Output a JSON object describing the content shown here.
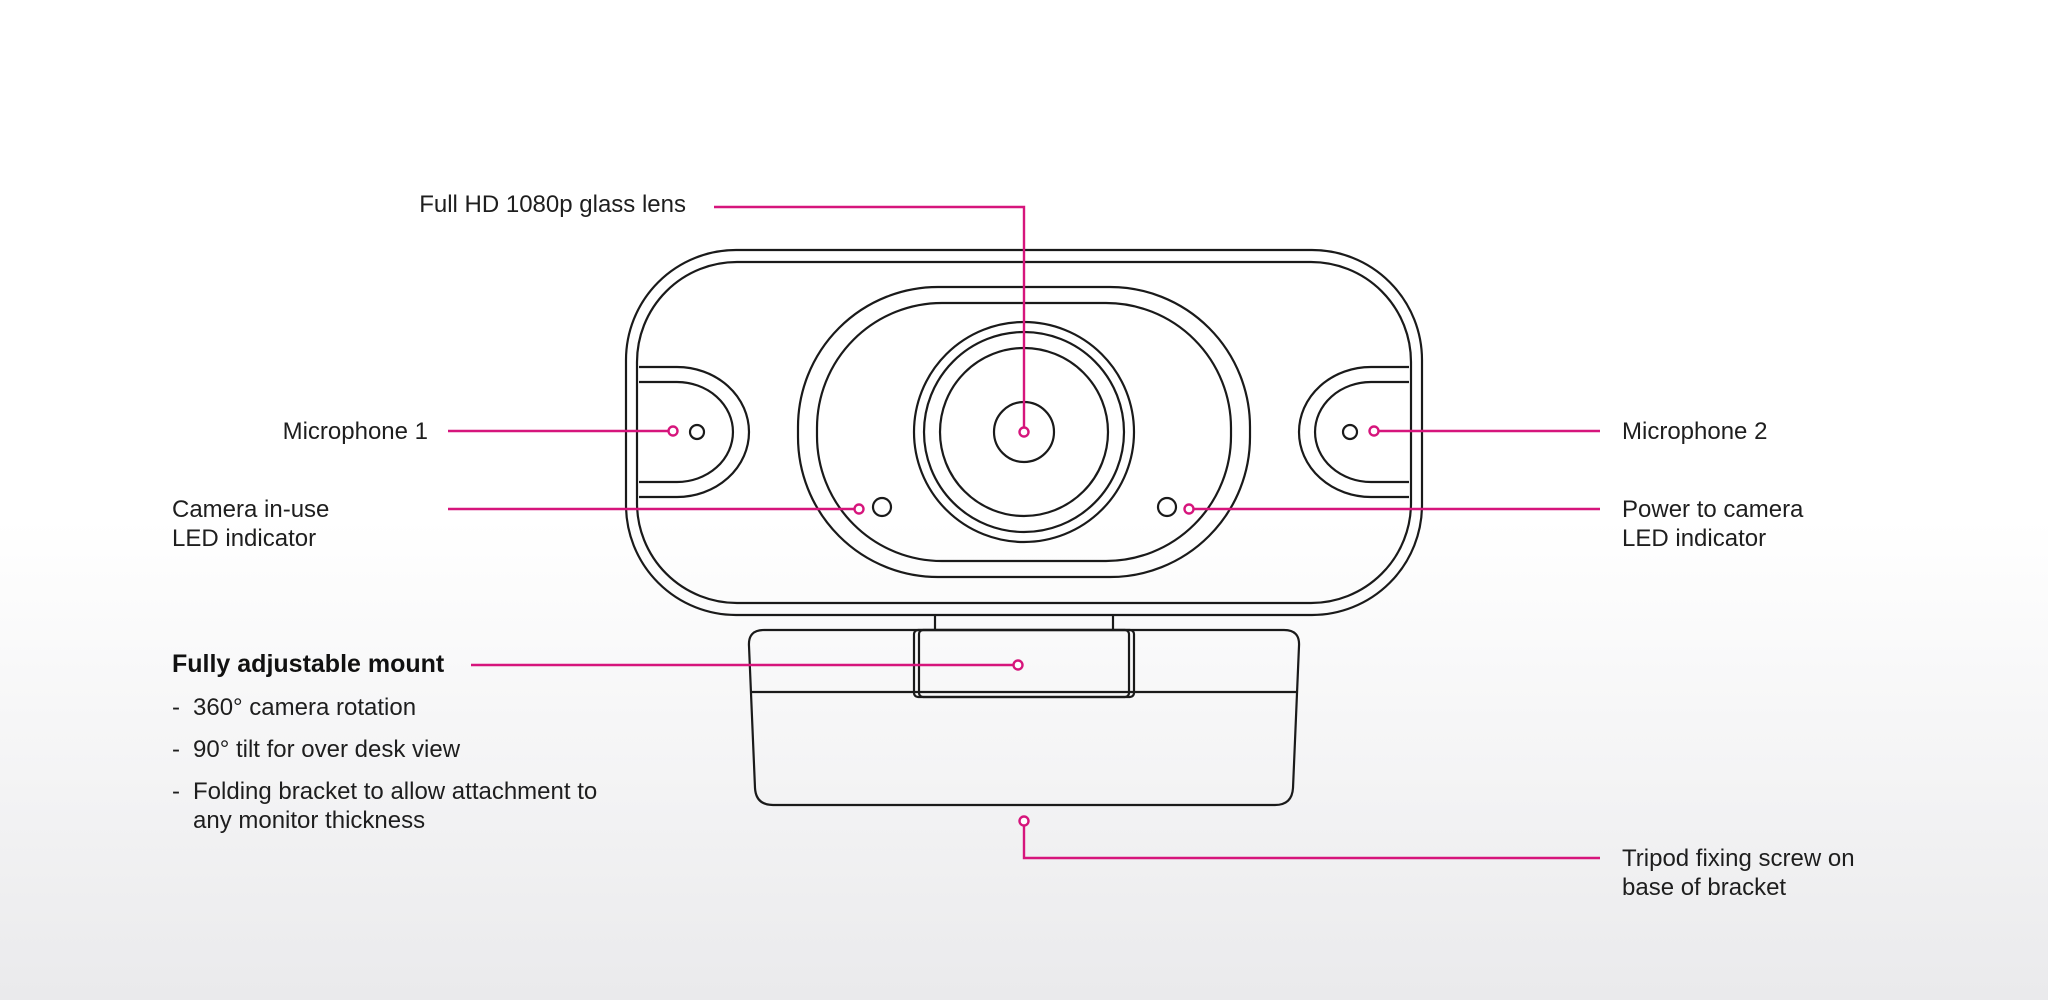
{
  "callouts": {
    "lens": "Full HD 1080p glass lens",
    "mic1": "Microphone 1",
    "mic2": "Microphone 2",
    "camera_led": [
      "Camera in-use",
      "LED indicator"
    ],
    "power_led": [
      "Power to camera",
      "LED indicator"
    ],
    "tripod": [
      "Tripod fixing screw on",
      "base of bracket"
    ]
  },
  "mount": {
    "title": "Fully adjustable mount",
    "features": [
      {
        "dash": "-",
        "lines": [
          "360° camera rotation"
        ]
      },
      {
        "dash": "-",
        "lines": [
          "90° tilt for over desk view"
        ]
      },
      {
        "dash": "-",
        "lines": [
          "Folding bracket to allow attachment to",
          "any monitor thickness"
        ]
      }
    ]
  },
  "colors": {
    "callout_line": "#d6157c",
    "outline": "#1a1a1a",
    "background_top": "#ffffff",
    "background_bottom": "#eaeaec"
  }
}
